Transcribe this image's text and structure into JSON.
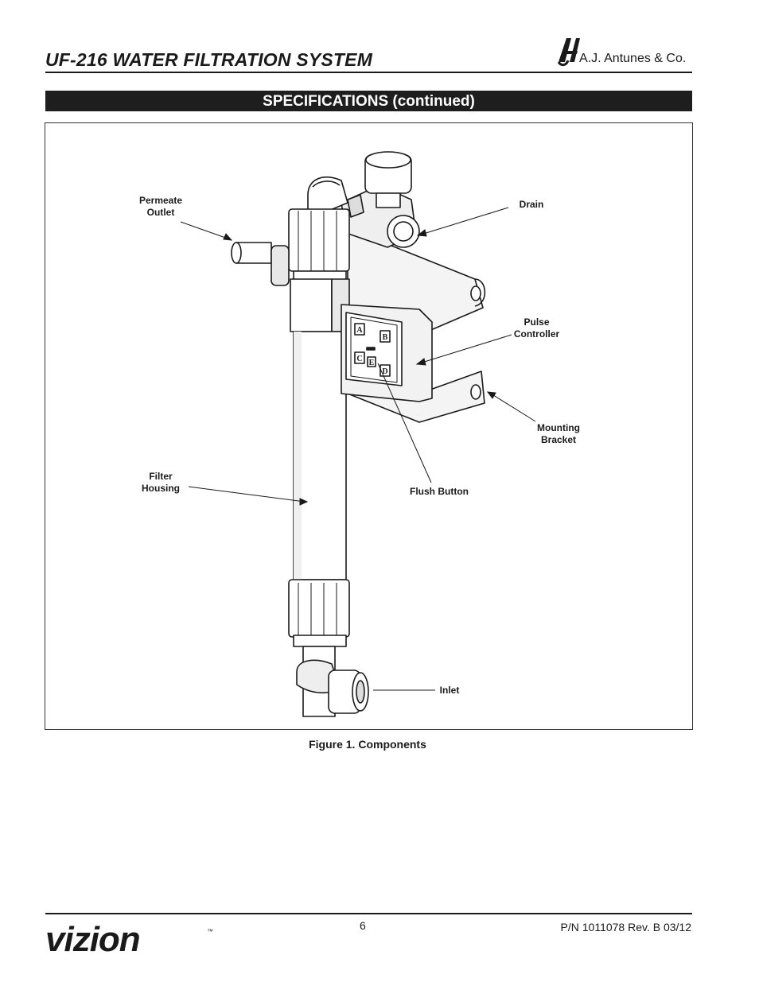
{
  "header": {
    "title": "UF-216 WATER FILTRATION SYSTEM",
    "company": "A.J. Antunes & Co.",
    "logo_mark": "AJA"
  },
  "section": {
    "title": "SPECIFICATIONS (continued)"
  },
  "figure": {
    "labels": {
      "permeate_outlet": "Permeate\nOutlet",
      "drain": "Drain",
      "pulse_controller": "Pulse\nController",
      "mounting_bracket": "Mounting\nBracket",
      "filter_housing": "Filter\nHousing",
      "flush_button": "Flush Button",
      "inlet": "Inlet"
    },
    "controller_buttons": [
      "A",
      "B",
      "C",
      "D",
      "E"
    ],
    "caption": "Figure 1. Components"
  },
  "footer": {
    "brand": "vizion",
    "trademark": "™",
    "page_number": "6",
    "part_number": "P/N 1011078 Rev. B 03/12"
  }
}
